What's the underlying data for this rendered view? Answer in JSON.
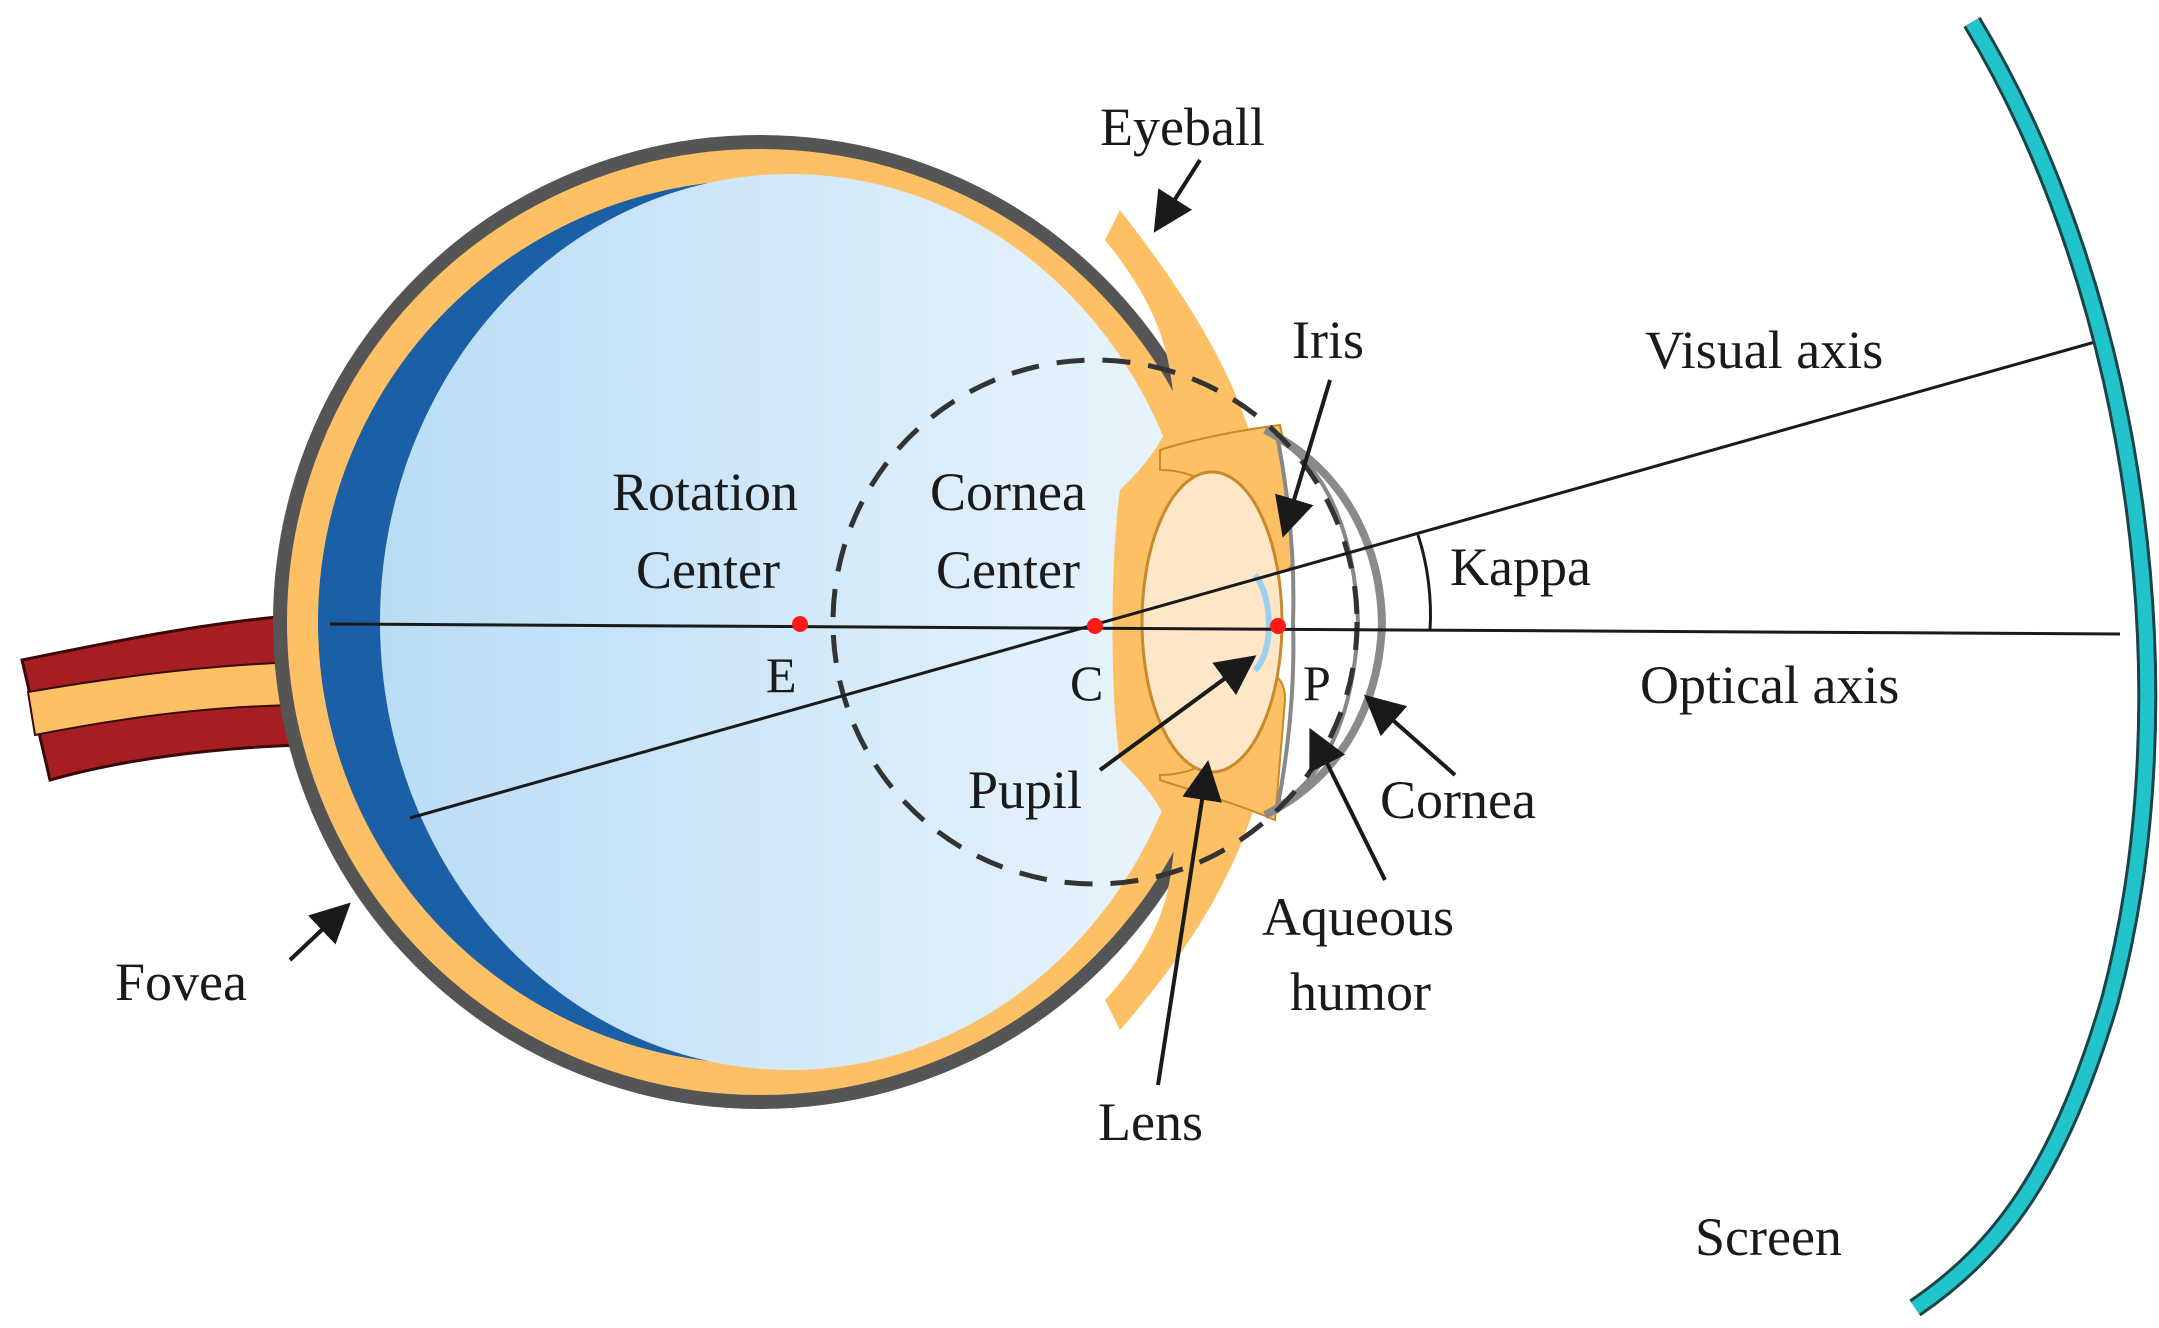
{
  "labels": {
    "eyeball": "Eyeball",
    "iris": "Iris",
    "visual_axis": "Visual axis",
    "rotation_center_line1": "Rotation",
    "rotation_center_line2": "Center",
    "cornea_center_line1": "Cornea",
    "cornea_center_line2": "Center",
    "kappa": "Kappa",
    "optical_axis": "Optical axis",
    "point_e": "E",
    "point_c": "C",
    "point_p": "P",
    "pupil": "Pupil",
    "cornea": "Cornea",
    "aqueous_humor_line1": "Aqueous",
    "aqueous_humor_line2": "humor",
    "fovea": "Fovea",
    "lens": "Lens",
    "screen": "Screen"
  },
  "colors": {
    "sclera_outline": "#555555",
    "choroid": "#fdc064",
    "retina": "#1b5fa6",
    "vitreous_light": "#e8f4fd",
    "vitreous_dark": "#b9dcf5",
    "lens": "#fde7c6",
    "optic_nerve": "#a61e22",
    "screen": "#22c4cc",
    "marker": "#ff1a1a",
    "line": "#1a1a1a"
  }
}
